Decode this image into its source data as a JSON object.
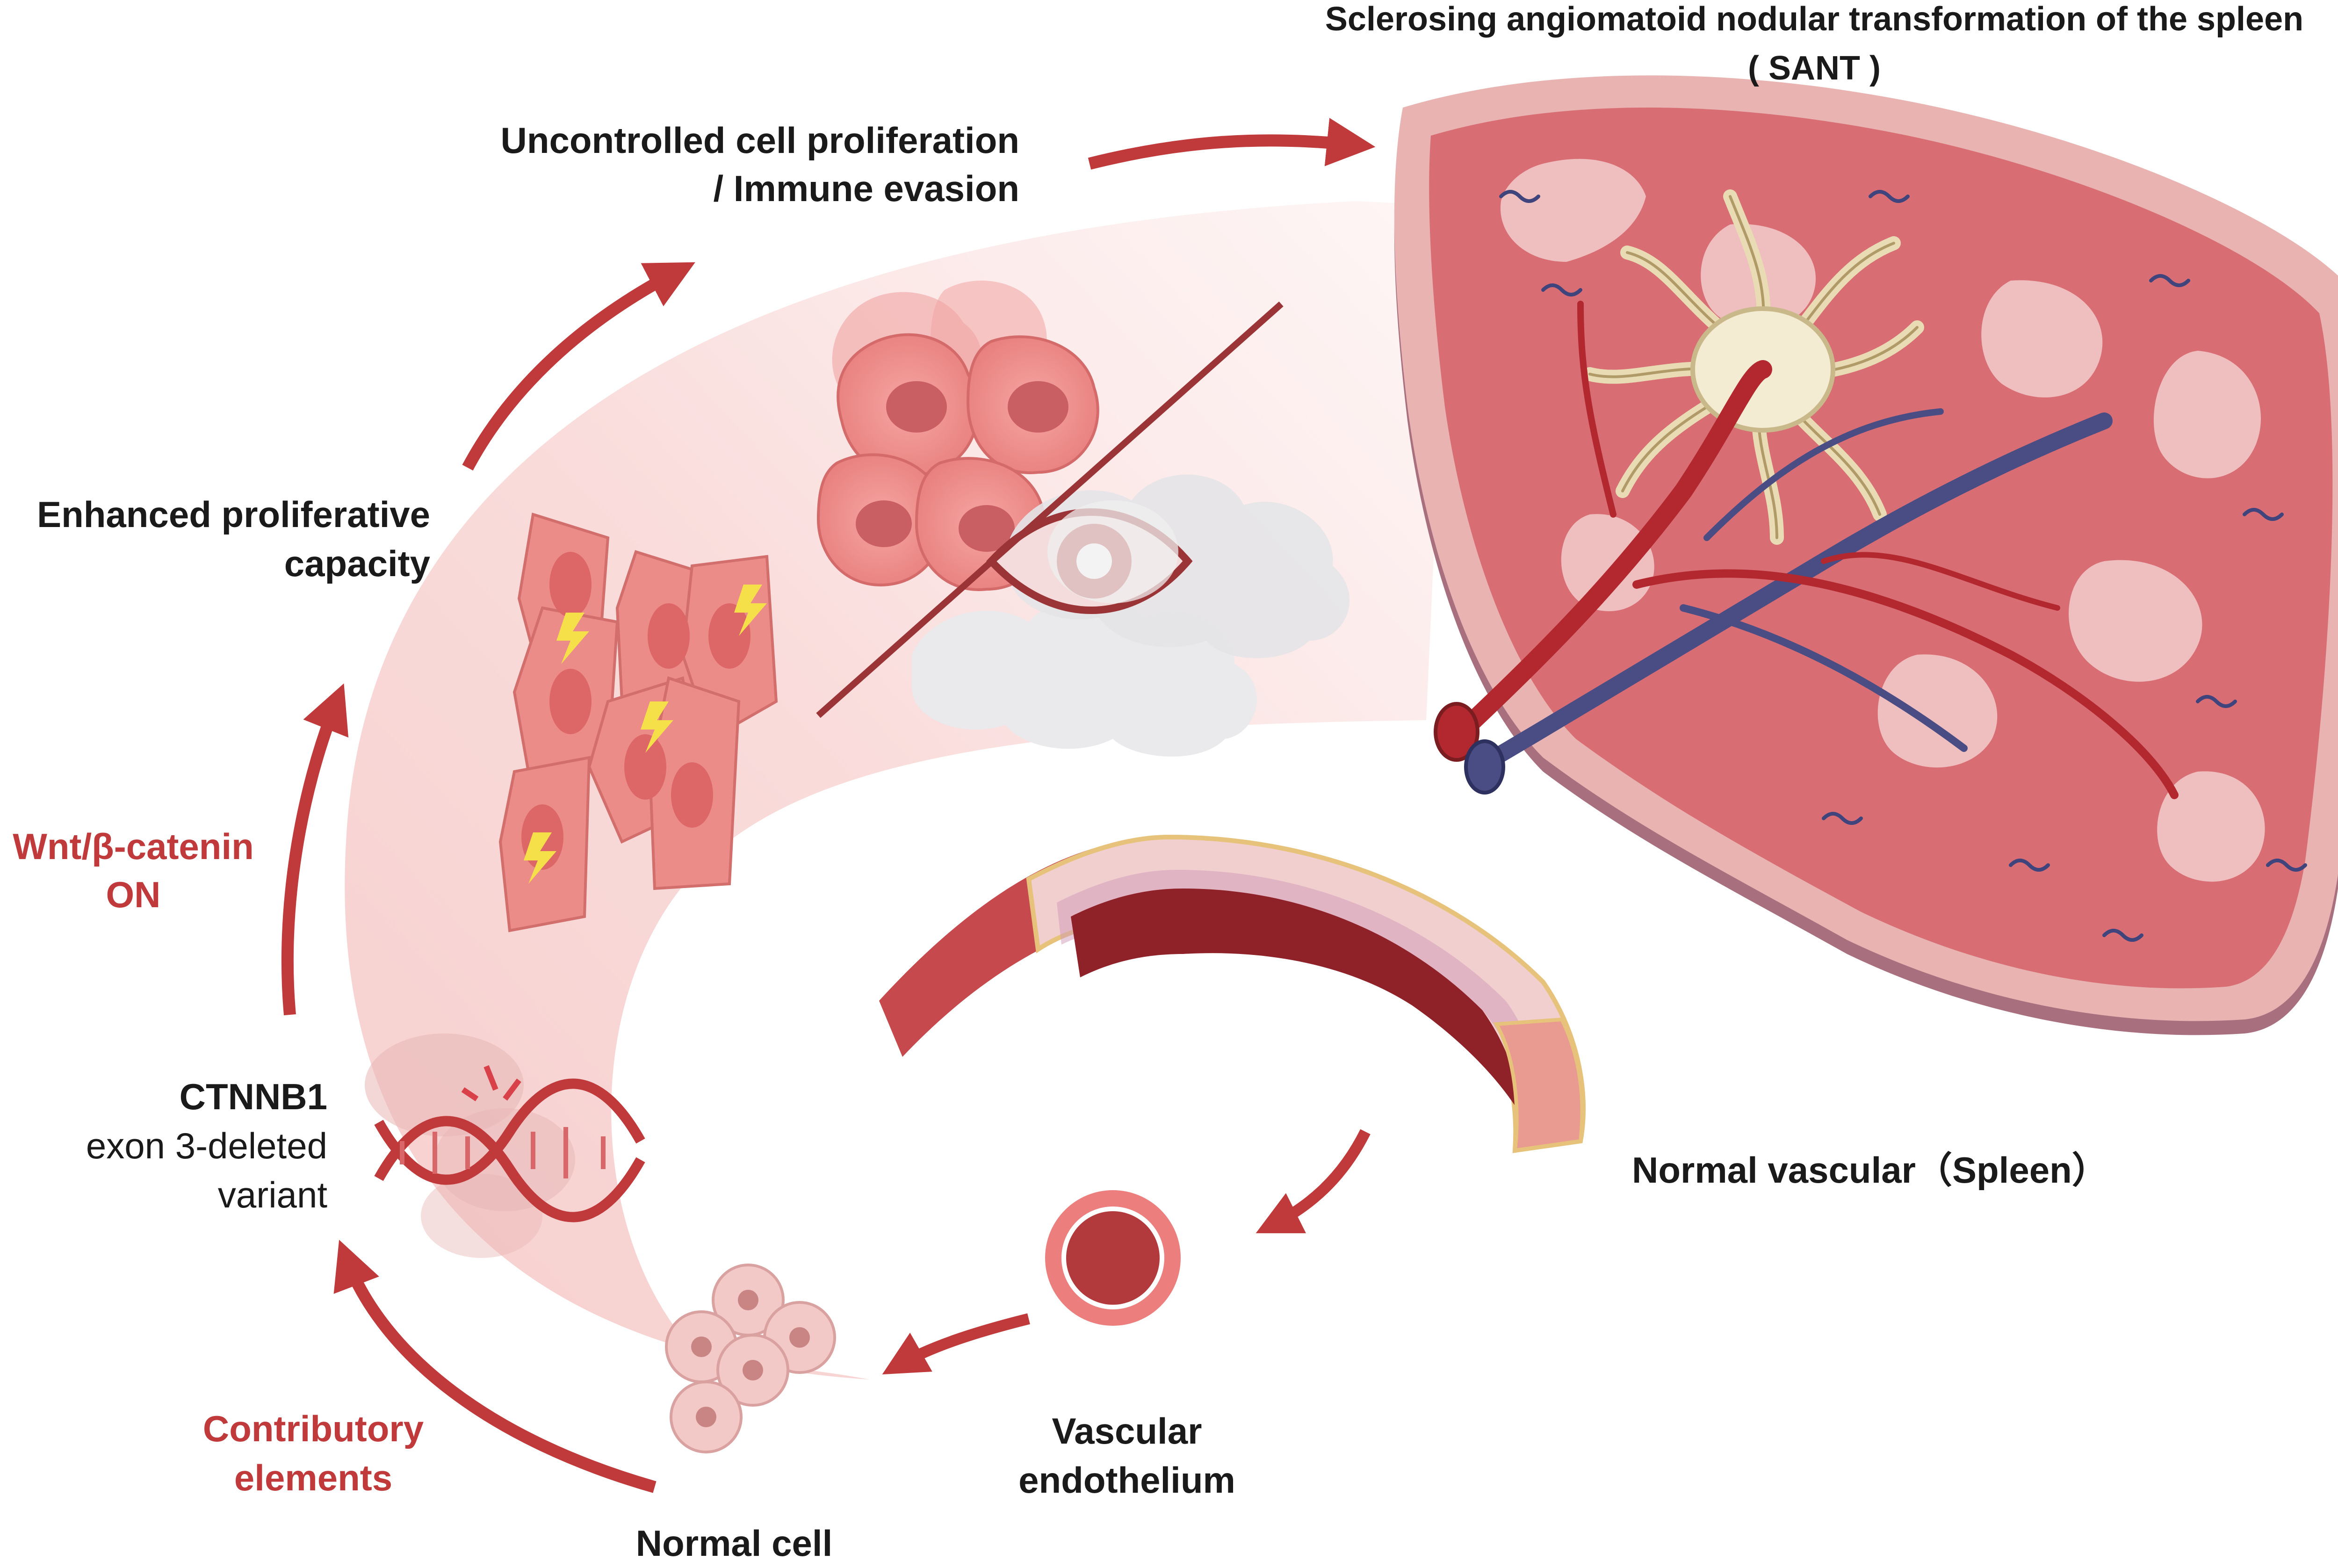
{
  "title": {
    "line1": "Sclerosing angiomatoid nodular transformation of the spleen",
    "line2": "( SANT )"
  },
  "labels": {
    "uncontrolled": {
      "line1": "Uncontrolled cell proliferation",
      "line2": "/ Immune evasion"
    },
    "enhanced": {
      "line1": "Enhanced proliferative",
      "line2": "capacity"
    },
    "wnt": {
      "line1": "Wnt/β-catenin",
      "line2": "ON"
    },
    "ctnnb1": {
      "line1": "CTNNB1",
      "line2": "exon 3-deleted",
      "line3": "variant"
    },
    "contributory": {
      "line1": "Contributory",
      "line2": "elements"
    },
    "normal_cell": "Normal cell",
    "vascular_endothelium": {
      "line1": "Vascular",
      "line2": "endothelium"
    },
    "normal_vascular": "Normal vascular（Spleen）"
  },
  "colors": {
    "arrow_red": "#c0393b",
    "highlight_text_red": "#c0393b",
    "band_pink": "#f7d4d2",
    "cell_pink": "#ee8f8c",
    "spleen_capsule": "#d99c9c",
    "spleen_red_pulp": "#d86e74",
    "spleen_white_pulp": "#f2c6c6",
    "artery": "#b3282f",
    "vein": "#4a4d84",
    "lesion_cream": "#f3ecd2"
  },
  "icons": [
    "dna-helix-icon",
    "cell-cluster-icon",
    "spindle-cells-icon",
    "tumor-cells-icon",
    "immune-eye-icon",
    "spleen-cross-section-icon",
    "blood-vessel-icon",
    "vessel-cross-section-icon"
  ]
}
